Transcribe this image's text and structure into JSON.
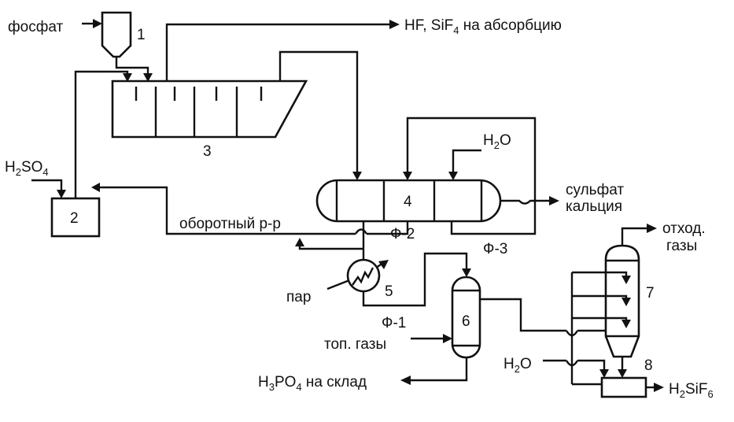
{
  "labels": {
    "phosphate": "фосфат",
    "absorption_pre": "HF, SiF",
    "absorption_sub": "4",
    "absorption_post": " на абсорбцию",
    "h2so4_h": "H",
    "h2so4_sub1": "2",
    "h2so4_so": "SO",
    "h2so4_sub2": "4",
    "h2o_top_h": "H",
    "h2o_top_sub": "2",
    "h2o_top_o": "O",
    "sulfate_line1": "сульфат",
    "sulfate_line2": "кальция",
    "recycle": "оборотный р-р",
    "f1": "Ф-1",
    "f2": "Ф-2",
    "f3": "Ф-3",
    "steam": "пар",
    "fuel_gases": "топ. газы",
    "h3po4_h": "H",
    "h3po4_sub1": "3",
    "h3po4_po": "PO",
    "h3po4_sub2": "4",
    "h3po4_post": " на склад",
    "offgas_line1": "отход.",
    "offgas_line2": "газы",
    "h2o_bottom_h": "H",
    "h2o_bottom_sub": "2",
    "h2o_bottom_o": "O",
    "h2sif6_h": "H",
    "h2sif6_sub1": "2",
    "h2sif6_si": "SiF",
    "h2sif6_sub2": "6"
  },
  "units": {
    "u1": "1",
    "u2": "2",
    "u3": "3",
    "u4": "4",
    "u5": "5",
    "u6": "6",
    "u7": "7",
    "u8": "8"
  }
}
